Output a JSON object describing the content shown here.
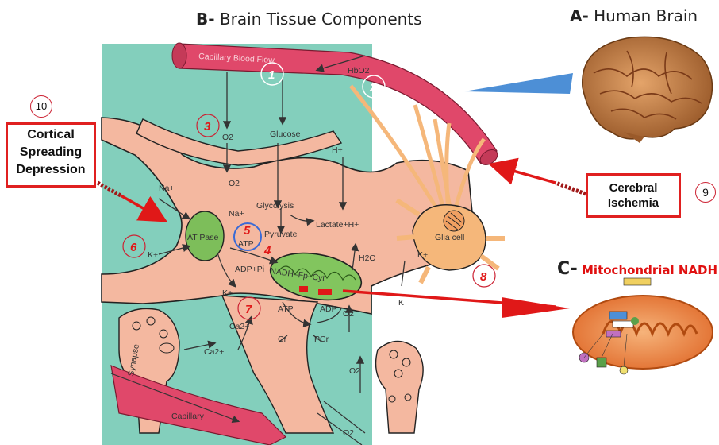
{
  "titles": {
    "b_letter": "B-",
    "b_text": " Brain Tissue Components",
    "a_letter": "A-",
    "a_text": " Human Brain",
    "c_letter": "C-",
    "c_text": " Mitochondrial NADH"
  },
  "callouts": {
    "csd_number": "10",
    "csd_lines": [
      "Cortical",
      "Spreading",
      "Depression"
    ],
    "ischemia_lines": [
      "Cerebral",
      "Ischemia"
    ],
    "ischemia_number": "9"
  },
  "markers": [
    "1",
    "2",
    "3",
    "4",
    "5",
    "6",
    "7",
    "8"
  ],
  "labels": {
    "capillary_blood_flow": "Capillary  Blood  Flow",
    "hbo2": "HbO2",
    "o2_top": "O2",
    "o2_mid": "O2",
    "glucose": "Glucose",
    "h_plus": "H+",
    "na_out": "Na+",
    "na_in": "Na+",
    "glycolysis": "Glycolysis",
    "lactate": "Lactate+H+",
    "atpase": "AT Pase",
    "atp_pump": "ATP",
    "pyruvate": "Pyruvate",
    "k_left": "K+",
    "adp_pi": "ADP+Pi",
    "nadh": "NADH–Fp–Cyt",
    "h2o": "H2O",
    "k_cell": "K+",
    "glia_cell": "Glia cell",
    "k_out": "K+",
    "k_right": "K",
    "atp_lower": "ATP",
    "adp_lower": "ADP",
    "o2_right": "O2",
    "ca_upper": "Ca2+",
    "cr": "Cr",
    "pcr": "PCr",
    "synapse": "Synapse",
    "ca_lower": "Ca2+",
    "capillary": "Capillary",
    "o2_low": "O2",
    "o2_bottom": "O2"
  },
  "colors": {
    "background_panel": "#83cfbc",
    "cell": "#f4b8a0",
    "capillary": "#e0486a",
    "atpase": "#7dbe5a",
    "mitochondrion": "#82c55e",
    "glia_cell": "#f5b77a",
    "accent_red": "#e01818"
  }
}
